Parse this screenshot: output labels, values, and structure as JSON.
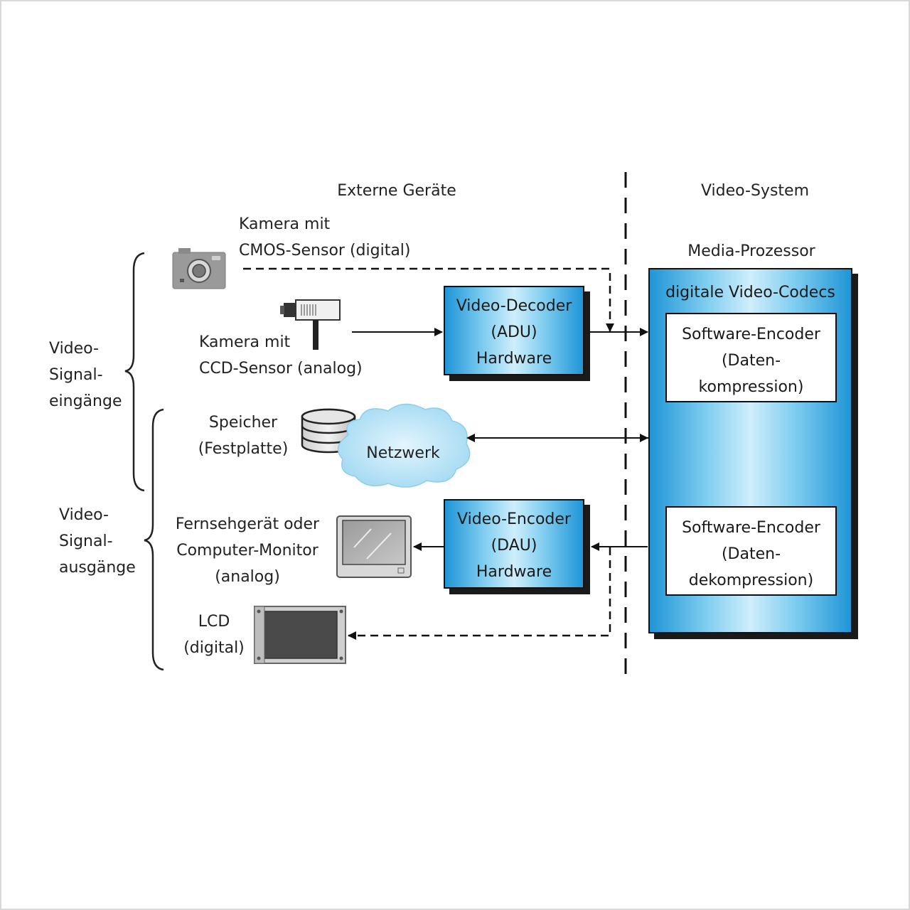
{
  "headers": {
    "external": "Externe Geräte",
    "system": "Video-System"
  },
  "devices": {
    "camera_digital": [
      "Kamera mit",
      "CMOS-Sensor (digital)"
    ],
    "camera_analog": [
      "Kamera mit",
      "CCD-Sensor (analog)"
    ],
    "storage": [
      "Speicher",
      "(Festplatte)"
    ],
    "network": "Netzwerk",
    "tv_monitor": [
      "Fernsehgerät oder",
      "Computer-Monitor",
      "(analog)"
    ],
    "lcd": [
      "LCD",
      "(digital)"
    ]
  },
  "groups": {
    "inputs": [
      "Video-",
      "Signal-",
      "eingänge"
    ],
    "outputs": [
      "Video-",
      "Signal-",
      "ausgänge"
    ]
  },
  "hardware": {
    "decoder": [
      "Video-Decoder",
      "(ADU)",
      "Hardware"
    ],
    "encoder": [
      "Video-Encoder",
      "(DAU)",
      "Hardware"
    ]
  },
  "processor": {
    "title": "Media-Prozessor",
    "subtitle": "digitale Video-Codecs",
    "sw_encoder": [
      "Software-Encoder",
      "(Daten-",
      "kompression)"
    ],
    "sw_decoder": [
      "Software-Encoder",
      "(Daten-",
      "dekompression)"
    ]
  },
  "colors": {
    "box_dark": "#1f95d6",
    "box_light": "#cfeefb",
    "icon_gray": "#9a9a9a",
    "cloud": "#bfe6f7",
    "line": "#111111"
  },
  "icons": [
    "photo-camera-icon",
    "video-camera-icon",
    "hard-disk-icon",
    "cloud-icon",
    "monitor-icon",
    "lcd-icon"
  ]
}
